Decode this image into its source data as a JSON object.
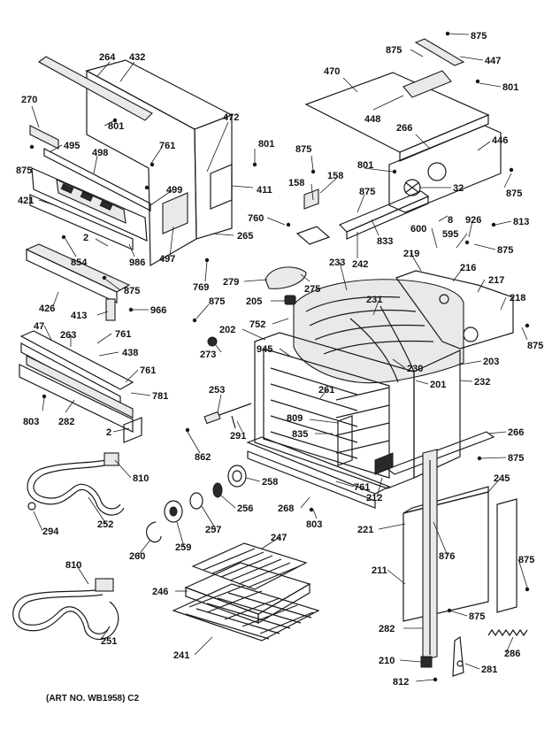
{
  "art_number": "(ART NO. WB1958) C2",
  "callouts": {
    "n264": "264",
    "n432": "432",
    "n270": "270",
    "n801a": "801",
    "n495": "495",
    "n761a": "761",
    "n498": "498",
    "n875a": "875",
    "n472": "472",
    "n801b": "801",
    "n411": "411",
    "n499": "499",
    "n421": "421",
    "n2a": "2",
    "n854": "854",
    "n986": "986",
    "n497": "497",
    "n265": "265",
    "n875b": "875",
    "n426": "426",
    "n966": "966",
    "n413": "413",
    "n47": "47",
    "n263": "263",
    "n761b": "761",
    "n438": "438",
    "n761c": "761",
    "n781": "781",
    "n803a": "803",
    "n282a": "282",
    "n2b": "2",
    "n875t": "875",
    "n447": "447",
    "n470": "470",
    "n801c": "801",
    "n448": "448",
    "n266a": "266",
    "n446": "446",
    "n875c": "875",
    "n801d": "801",
    "n158a": "158",
    "n158b": "158",
    "n875d": "875",
    "n32": "32",
    "n875e": "875",
    "n760": "760",
    "n8": "8",
    "n926": "926",
    "n813": "813",
    "n600": "600",
    "n595": "595",
    "n875f": "875",
    "n833": "833",
    "n242": "242",
    "n219": "219",
    "n216": "216",
    "n217": "217",
    "n218": "218",
    "n875g": "875",
    "n279": "279",
    "n275": "275",
    "n233": "233",
    "n205": "205",
    "n769": "769",
    "n875h": "875",
    "n752": "752",
    "n231": "231",
    "n202": "202",
    "n273": "273",
    "n945": "945",
    "n230": "230",
    "n203": "203",
    "n261": "261",
    "n201": "201",
    "n232": "232",
    "n253": "253",
    "n809": "809",
    "n291": "291",
    "n835": "835",
    "n266b": "266",
    "n862": "862",
    "n875i": "875",
    "n810a": "810",
    "n258": "258",
    "n761d": "761",
    "n256": "256",
    "n268": "268",
    "n212": "212",
    "n245": "245",
    "n803b": "803",
    "n294": "294",
    "n252": "252",
    "n257": "257",
    "n221": "221",
    "n260": "260",
    "n259": "259",
    "n876": "876",
    "n875j": "875",
    "n810b": "810",
    "n247": "247",
    "n211": "211",
    "n246": "246",
    "n875k": "875",
    "n251": "251",
    "n241": "241",
    "n282b": "282",
    "n286": "286",
    "n210": "210",
    "n281": "281",
    "n812": "812"
  }
}
